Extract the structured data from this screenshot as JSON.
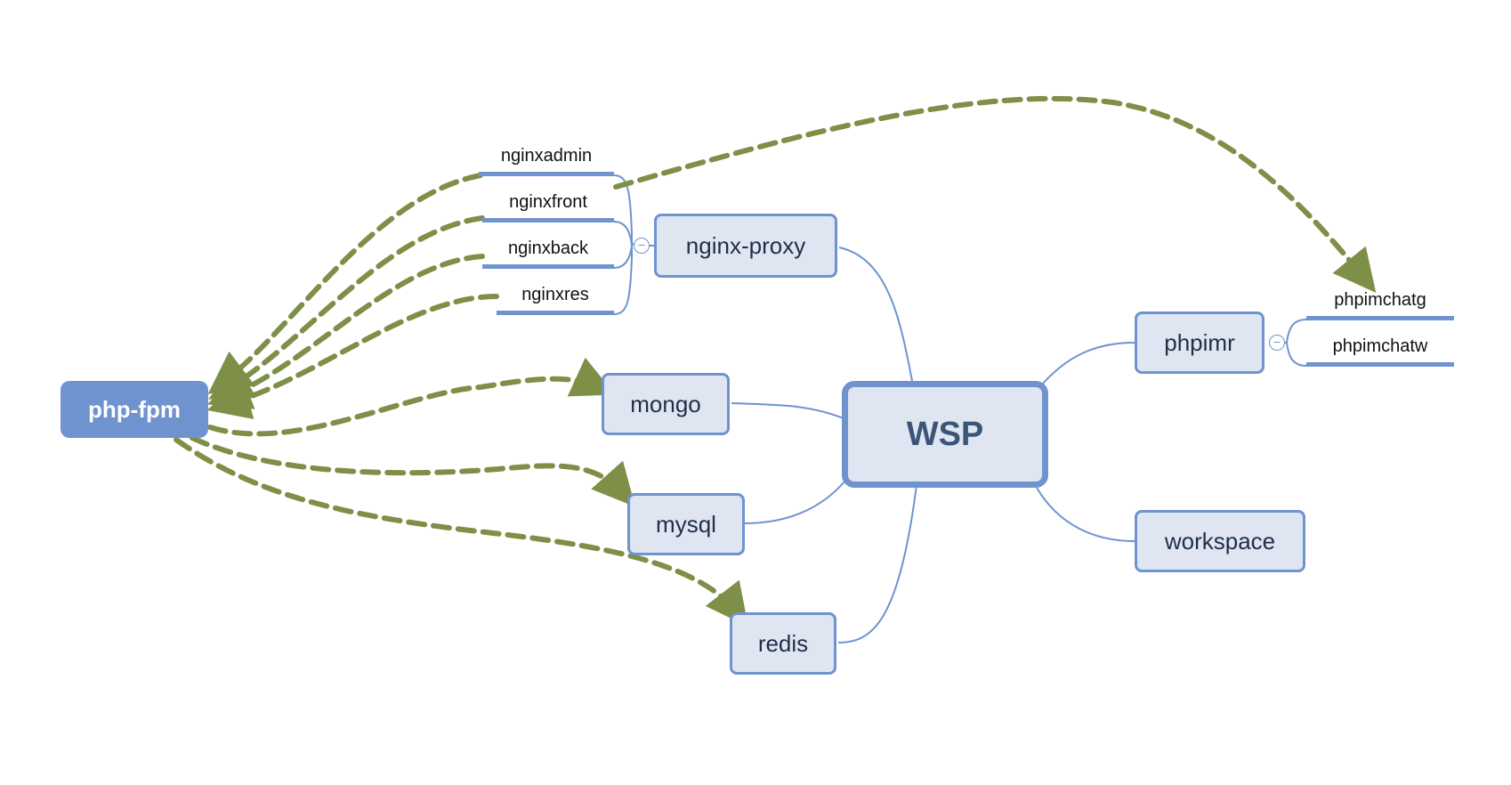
{
  "diagram": {
    "root": {
      "label": "WSP"
    },
    "branches": {
      "nginx_proxy": {
        "label": "nginx-proxy"
      },
      "mongo": {
        "label": "mongo"
      },
      "mysql": {
        "label": "mysql"
      },
      "redis": {
        "label": "redis"
      },
      "phpimr": {
        "label": "phpimr"
      },
      "workspace": {
        "label": "workspace"
      }
    },
    "nginx_children": [
      "nginxadmin",
      "nginxfront",
      "nginxback",
      "nginxres"
    ],
    "phpimr_children": [
      "phpimchatg",
      "phpimchatw"
    ],
    "floating": {
      "label": "php-fpm"
    },
    "collapse_glyph": "−",
    "colors": {
      "node_fill": "#dfe6f2",
      "node_border": "#6f93cf",
      "float_fill": "#6f93cf",
      "connector": "#6f93cf",
      "relationship": "#7e8f47"
    }
  }
}
